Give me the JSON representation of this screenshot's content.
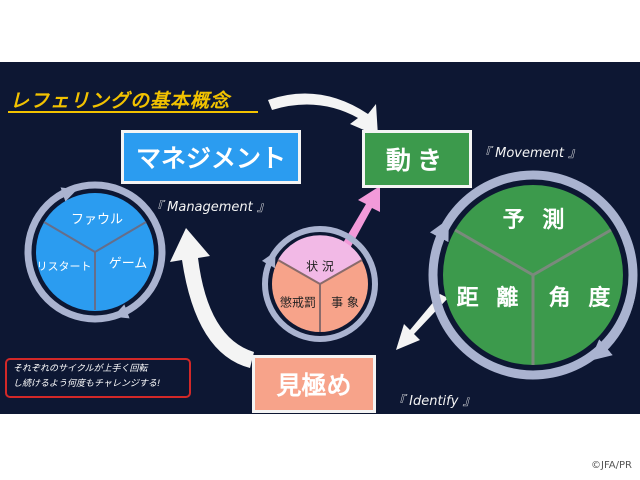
{
  "title": "レフェリングの基本概念",
  "boxes": {
    "management": "マネジメント",
    "movement": "動き",
    "identify": "見極め"
  },
  "english_labels": {
    "movement": "『 Movement 』",
    "management": "『 Management 』",
    "identify": "『 Identify 』"
  },
  "management_circle": [
    "ファウル",
    "ゲーム",
    "リスタート"
  ],
  "movement_circle": [
    "予 測",
    "距 離",
    "角 度"
  ],
  "identify_circle": [
    "状 況",
    "懲戒罰",
    "事 象"
  ],
  "note": {
    "line1": "それぞれのサイクルが上手く回転",
    "line2": "し続けるよう何度もチャレンジする!"
  },
  "credit": "©JFA/PR",
  "colors": {
    "background": "#0d1733",
    "title": "#f2c200",
    "management": "#2b9cf0",
    "movement": "#3c9a4c",
    "identify": "#f7a38a",
    "pink_arrow": "#f29ad9",
    "note_border": "#d22828"
  }
}
